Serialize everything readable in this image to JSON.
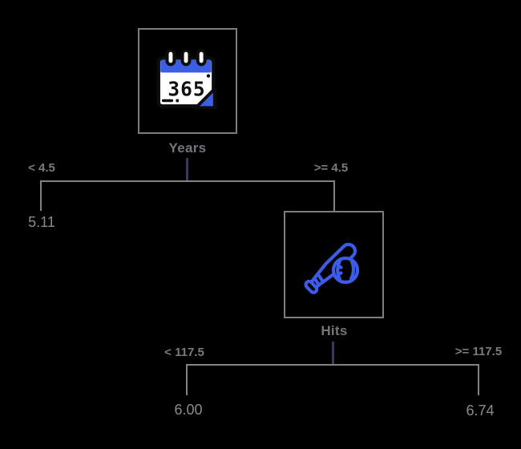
{
  "background_color": "#000000",
  "colors": {
    "box_border": "#7d7d7d",
    "branch_line": "#828282",
    "stem_line": "#3a3a55",
    "node_label_text": "#74757b",
    "condition_text": "#7b7b7b",
    "leaf_value_text": "#8a8a8a",
    "icon_blue": "#3d5de5",
    "icon_white": "#ffffff",
    "icon_outline": "#0c0c0c"
  },
  "tree": {
    "root": {
      "label": "Years",
      "icon": "calendar-365-icon",
      "icon_number": "365",
      "left_condition": "< 4.5",
      "right_condition": ">= 4.5",
      "left_leaf_value": "5.11"
    },
    "right_child": {
      "label": "Hits",
      "icon": "baseball-bat-icon",
      "left_condition": "< 117.5",
      "right_condition": ">= 117.5",
      "left_leaf_value": "6.00",
      "right_leaf_value": "6.74"
    }
  }
}
